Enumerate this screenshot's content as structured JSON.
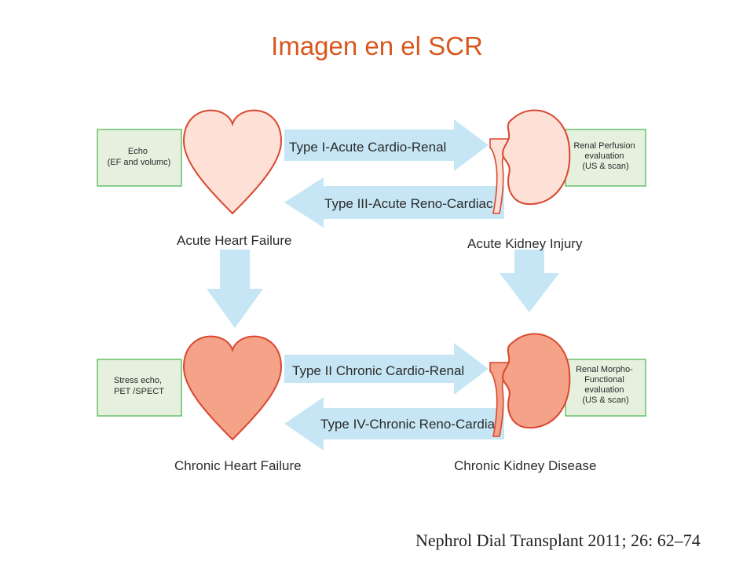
{
  "title": "Imagen en el SCR",
  "citation": "Nephrol Dial Transplant 2011; 26: 62–74",
  "colors": {
    "title": "#d8571f",
    "arrow": "#c6e6f5",
    "box_fill": "#e6f0de",
    "box_border": "#6abf6a",
    "acute_organ": "#fde0d6",
    "chronic_organ": "#f4a288",
    "organ_outline": "#d9472f"
  },
  "boxes": {
    "echo": [
      "Echo",
      "(EF and volumc)"
    ],
    "renal_perfusion": [
      "Renal Perfusion",
      "evaluation",
      "(US & scan)"
    ],
    "stress_echo": [
      "Stress echo,",
      "PET /SPECT"
    ],
    "renal_morpho": [
      "Renal Morpho-",
      "Functional",
      "evaluation",
      "(US & scan)"
    ]
  },
  "arrows": {
    "type1": "Type I-Acute Cardio-Renal",
    "type3": "Type III-Acute Reno-Cardiac",
    "type2": "Type II Chronic Cardio-Renal",
    "type4": "Type IV-Chronic Reno-Cardiac"
  },
  "labels": {
    "acute_heart": "Acute Heart Failure",
    "acute_kidney": "Acute Kidney Injury",
    "chronic_heart": "Chronic Heart Failure",
    "chronic_kidney": "Chronic Kidney Disease"
  },
  "icons": [
    "heart-icon",
    "kidney-icon"
  ]
}
